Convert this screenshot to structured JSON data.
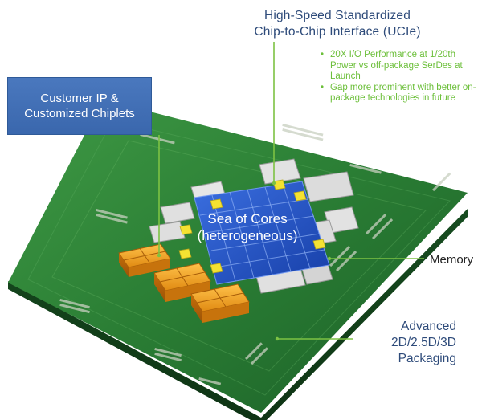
{
  "ucie": {
    "title_line1": "High-Speed Standardized",
    "title_line2": "Chip-to-Chip Interface (UCIe)",
    "bullets": [
      "20X I/O Performance at 1/20th Power vs off-package SerDes at Launch",
      "Gap more prominent with better on-package technologies in future"
    ]
  },
  "customer": {
    "line1": "Customer IP &",
    "line2": "Customized Chiplets"
  },
  "cores": {
    "line1": "Sea of Cores",
    "line2": "(heterogeneous)"
  },
  "memory": {
    "label": "Memory"
  },
  "packaging": {
    "line1": "Advanced",
    "line2": "2D/2.5D/3D",
    "line3": "Packaging"
  },
  "colors": {
    "substrate": "#1f6b2c",
    "cores": "#1f4fb8",
    "chiplets": "#f0a020",
    "memory": "#d8d8d8",
    "connectors": "#f4e232",
    "callout_line": "#7dc243",
    "box": "#3f6fb5"
  }
}
